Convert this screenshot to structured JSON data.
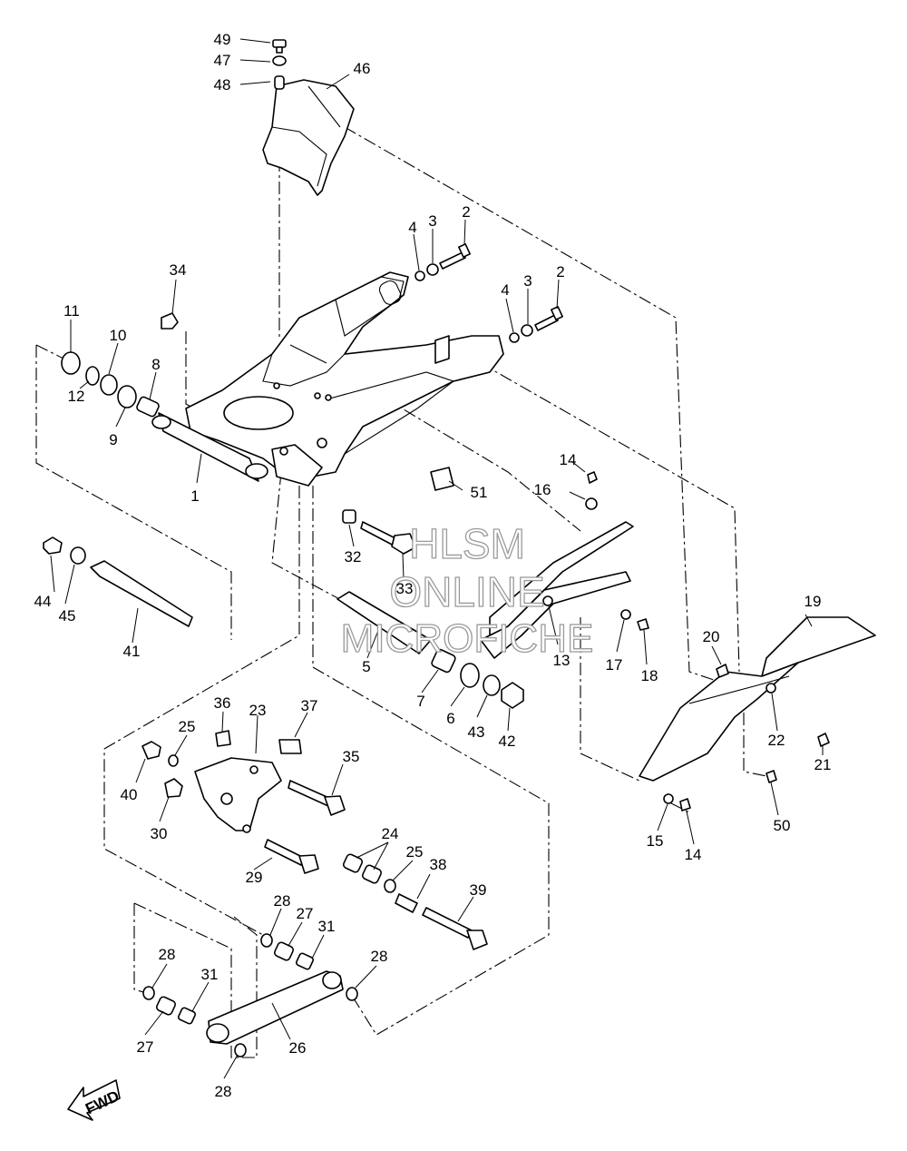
{
  "watermark": {
    "line1": "HLSM",
    "line2": "ONLINE",
    "line3": "MICROFICHE"
  },
  "fwd_label": "FWD",
  "callouts": [
    {
      "id": "c1",
      "text": "1"
    },
    {
      "id": "c2a",
      "text": "2"
    },
    {
      "id": "c2b",
      "text": "2"
    },
    {
      "id": "c3a",
      "text": "3"
    },
    {
      "id": "c3b",
      "text": "3"
    },
    {
      "id": "c4a",
      "text": "4"
    },
    {
      "id": "c4b",
      "text": "4"
    },
    {
      "id": "c5",
      "text": "5"
    },
    {
      "id": "c6",
      "text": "6"
    },
    {
      "id": "c7",
      "text": "7"
    },
    {
      "id": "c8",
      "text": "8"
    },
    {
      "id": "c9",
      "text": "9"
    },
    {
      "id": "c10",
      "text": "10"
    },
    {
      "id": "c11",
      "text": "11"
    },
    {
      "id": "c12",
      "text": "12"
    },
    {
      "id": "c13",
      "text": "13"
    },
    {
      "id": "c14a",
      "text": "14"
    },
    {
      "id": "c14b",
      "text": "14"
    },
    {
      "id": "c15",
      "text": "15"
    },
    {
      "id": "c16",
      "text": "16"
    },
    {
      "id": "c17",
      "text": "17"
    },
    {
      "id": "c18",
      "text": "18"
    },
    {
      "id": "c19",
      "text": "19"
    },
    {
      "id": "c20",
      "text": "20"
    },
    {
      "id": "c21",
      "text": "21"
    },
    {
      "id": "c22",
      "text": "22"
    },
    {
      "id": "c23",
      "text": "23"
    },
    {
      "id": "c24",
      "text": "24"
    },
    {
      "id": "c25a",
      "text": "25"
    },
    {
      "id": "c25b",
      "text": "25"
    },
    {
      "id": "c26",
      "text": "26"
    },
    {
      "id": "c27a",
      "text": "27"
    },
    {
      "id": "c27b",
      "text": "27"
    },
    {
      "id": "c28a",
      "text": "28"
    },
    {
      "id": "c28b",
      "text": "28"
    },
    {
      "id": "c28c",
      "text": "28"
    },
    {
      "id": "c28d",
      "text": "28"
    },
    {
      "id": "c29",
      "text": "29"
    },
    {
      "id": "c30",
      "text": "30"
    },
    {
      "id": "c31a",
      "text": "31"
    },
    {
      "id": "c31b",
      "text": "31"
    },
    {
      "id": "c32",
      "text": "32"
    },
    {
      "id": "c33",
      "text": "33"
    },
    {
      "id": "c34",
      "text": "34"
    },
    {
      "id": "c35",
      "text": "35"
    },
    {
      "id": "c36",
      "text": "36"
    },
    {
      "id": "c37",
      "text": "37"
    },
    {
      "id": "c38",
      "text": "38"
    },
    {
      "id": "c39",
      "text": "39"
    },
    {
      "id": "c40",
      "text": "40"
    },
    {
      "id": "c41",
      "text": "41"
    },
    {
      "id": "c42",
      "text": "42"
    },
    {
      "id": "c43",
      "text": "43"
    },
    {
      "id": "c44",
      "text": "44"
    },
    {
      "id": "c45",
      "text": "45"
    },
    {
      "id": "c46",
      "text": "46"
    },
    {
      "id": "c47",
      "text": "47"
    },
    {
      "id": "c48",
      "text": "48"
    },
    {
      "id": "c49",
      "text": "49"
    },
    {
      "id": "c50",
      "text": "50"
    },
    {
      "id": "c51",
      "text": "51"
    }
  ]
}
